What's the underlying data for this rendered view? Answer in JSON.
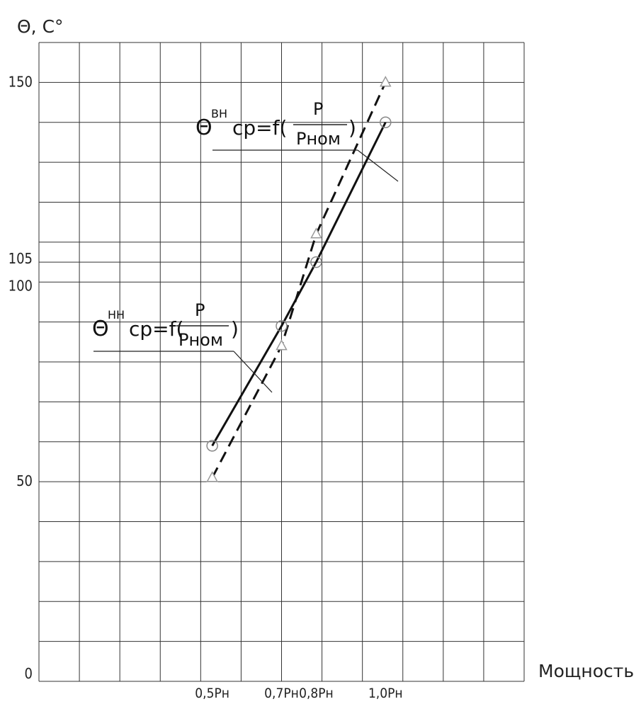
{
  "chart_data": {
    "type": "line",
    "title": "",
    "ylabel": "Θ, С°",
    "xlabel": "Мощность",
    "y_ticks": [
      {
        "value": 0,
        "label": "0"
      },
      {
        "value": 50,
        "label": "50"
      },
      {
        "value": 100,
        "label": "100"
      },
      {
        "value": 105,
        "label": "105"
      },
      {
        "value": 150,
        "label": "150"
      }
    ],
    "x_ticks": [
      {
        "value": 0.5,
        "label": "0,5Pн"
      },
      {
        "value": 0.7,
        "label": "0,7Pн"
      },
      {
        "value": 0.8,
        "label": "0,8Pн"
      },
      {
        "value": 1.0,
        "label": "1,0Pн"
      }
    ],
    "xlim": [
      0,
      1.4
    ],
    "ylim": [
      0,
      160
    ],
    "grid": true,
    "series": [
      {
        "style": "solid",
        "marker": "circle",
        "x": [
          0.5,
          0.7,
          0.8,
          1.0
        ],
        "y": [
          59,
          89,
          105,
          140
        ]
      },
      {
        "style": "dashed",
        "marker": "triangle",
        "x": [
          0.5,
          0.7,
          0.8,
          1.0
        ],
        "y": [
          51,
          84,
          112,
          150
        ]
      }
    ],
    "annotations": [
      {
        "theta": "Θ",
        "sup": "ВН",
        "mid": "ср=f(",
        "num": "P",
        "den": "Pном",
        "close": ")"
      },
      {
        "theta": "Θ",
        "sup": "НН",
        "mid": "ср=f(",
        "num": "P",
        "den": "Pном",
        "close": ")"
      }
    ]
  }
}
